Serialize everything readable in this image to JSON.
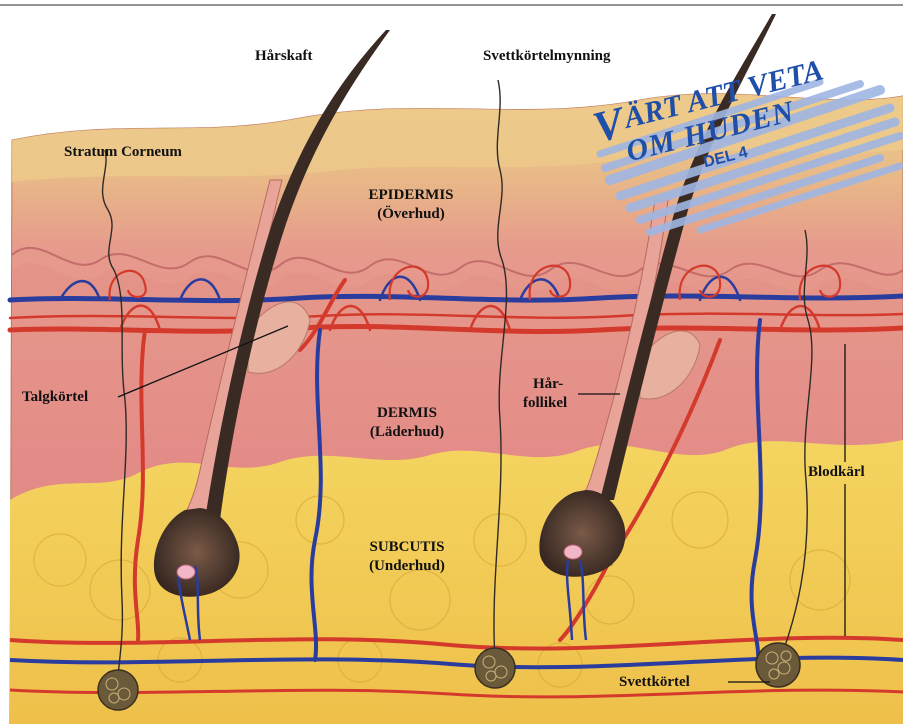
{
  "labels": {
    "harskaft": "Hårskaft",
    "svettkortelmynning": "Svettkörtelmynning",
    "stratum_corneum": "Stratum Corneum",
    "epidermis": "EPIDERMIS",
    "overhud": "(Överhud)",
    "talgkortel": "Talgkörtel",
    "har": "Hår-",
    "follikel": "follikel",
    "dermis": "DERMIS",
    "laderhud": "(Läderhud)",
    "blodkarl": "Blodkärl",
    "subcutis": "SUBCUTIS",
    "underhud": "(Underhud)",
    "svettkortel": "Svettkörtel"
  },
  "badge": {
    "line1_initial": "V",
    "line1_rest": "ÄRT ATT VETA",
    "line2": "OM HUDEN",
    "line3": "DEL 4"
  },
  "colors": {
    "epidermis_top": "#e9c27a",
    "epidermis_pink": "#e79a8d",
    "dermis": "#e68f8a",
    "subcutis_fat": "#f1cc52",
    "artery": "#d43a2c",
    "vein": "#2a3d9e",
    "hair": "#3a2a24",
    "badge_text": "#1f4fa8",
    "badge_wash": "#9fb6e3"
  }
}
